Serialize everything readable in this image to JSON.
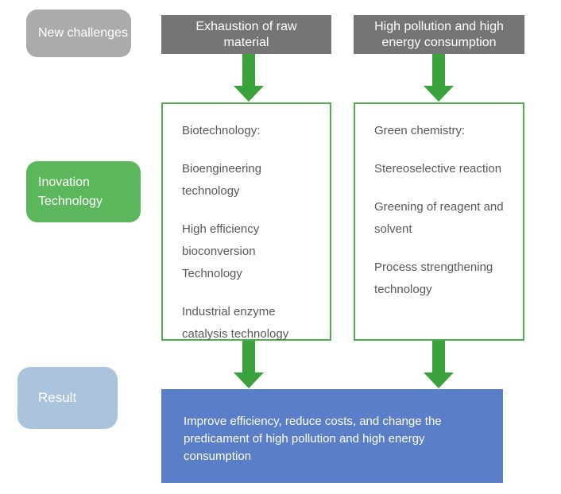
{
  "palette": {
    "label-gray": "#ABABAB",
    "header-gray": "#757575",
    "arrow-green": "#3AA23A",
    "border-green": "#4CB04C",
    "tech-green": "#5CB75C",
    "result-blue": "#5B7EC9",
    "label-blue": "#A9C3DD",
    "body-text": "#595959"
  },
  "rail": {
    "challenges_label": "New challenges",
    "technology_label": "Inovation Technology",
    "result_label": "Result"
  },
  "columns": [
    {
      "header": "Exhaustion of raw material",
      "items": [
        "Biotechnology:",
        "Bioengineering technology",
        "High efficiency bioconversion Technology",
        "Industrial enzyme catalysis technology"
      ]
    },
    {
      "header": "High pollution and high energy consumption",
      "items": [
        "Green chemistry:",
        "Stereoselective reaction",
        "Greening of reagent and solvent",
        "Process strengthening technology"
      ]
    }
  ],
  "result": {
    "text": "Improve efficiency, reduce costs, and change the predicament of high pollution and high energy consumption"
  },
  "icons": {
    "arrow": "arrow-down-icon"
  }
}
